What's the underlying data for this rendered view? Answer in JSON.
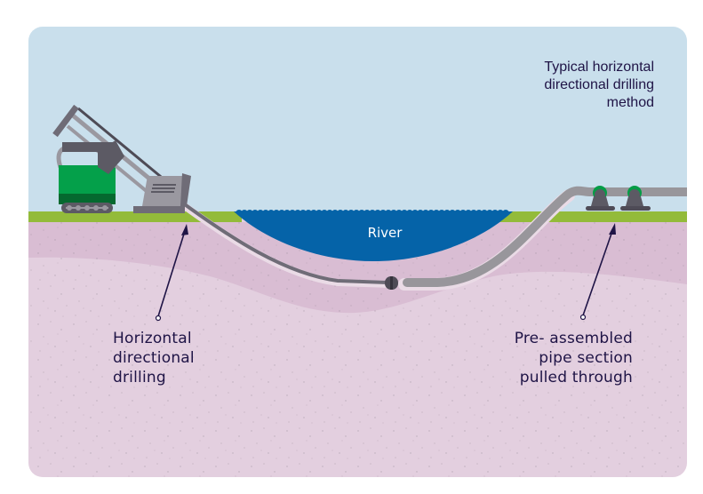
{
  "diagram": {
    "title": "Typical horizontal\ndirectional drilling\nmethod",
    "labels": {
      "river": "River",
      "hdd": "Horizontal\ndirectional\ndrilling",
      "pipe_section": "Pre- assembled\npipe section\npulled through"
    },
    "icons": {
      "drilling_rig": "drilling-rig-icon",
      "pipe_rollers": "pipe-roller-icon",
      "annotation_arrow": "arrow-icon"
    },
    "colors": {
      "sky": "#c9dfec",
      "grass": "#93bb3a",
      "river": "#0563a8",
      "soil_upper": "#d9bdd3",
      "soil_lower": "#e3cfdf",
      "pipe": "#98969b",
      "drill_string": "#6f6c77",
      "rig_body": "#04a04a",
      "rig_base": "#05692f",
      "roller_ring": "#049c46",
      "text": "#1f1446"
    }
  }
}
